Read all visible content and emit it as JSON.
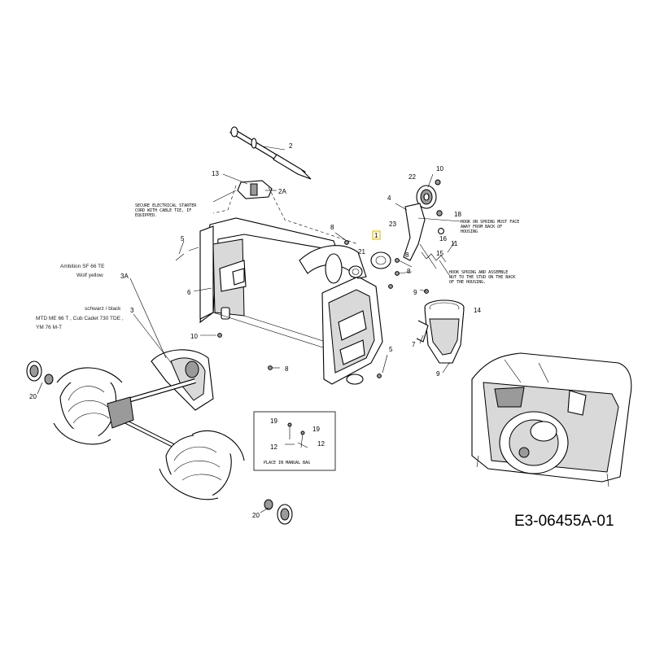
{
  "document_id": "E3-06455A-01",
  "part_labels": {
    "p2": "2",
    "p13": "13",
    "p2a": "2A",
    "p22": "22",
    "p10a": "10",
    "p4": "4",
    "p18": "18",
    "p23": "23",
    "p16": "16",
    "p8a": "8",
    "p1": "1",
    "p21": "21",
    "p8b": "8",
    "p11": "11",
    "p15": "15",
    "p8c": "8",
    "p5a": "5",
    "p6": "6",
    "p9a": "9",
    "p14": "14",
    "p7": "7",
    "p3a": "3A",
    "p3": "3",
    "p10b": "10",
    "p5b": "5",
    "p9b": "9",
    "p8d": "8",
    "p20a": "20",
    "p19a": "19",
    "p19b": "19",
    "p12a": "12",
    "p12b": "12",
    "p20b": "20"
  },
  "notes": {
    "cable_tie": [
      "SECURE ELECTRICAL STARTER",
      "CORD WITH CABLE TIE, IF",
      "EQUIPPED."
    ],
    "hook_face": [
      "HOOK ON SPRING MUST FACE",
      "AWAY FROM BACK OF",
      "HOUSING"
    ],
    "hook_assemble": [
      "HOOK SPRING AND ASSEMBLE",
      "NUT TO THE STUD ON THE BACK",
      "OF THE HOUSING."
    ],
    "manual_bag": "PLACE IN MANUAL BAG"
  },
  "variants": {
    "ambition_line1": "Ambition SF 66 TE",
    "ambition_line2": "Wolf yellow",
    "black_line1": "schwarz / black",
    "black_line2": "MTD ME 66 T , Cub Cadet 730 TDE ,",
    "black_line3": "YM 76 M-T"
  },
  "colors": {
    "line": "#000000",
    "highlight": "#e8c200",
    "shade": "#9a9a9a"
  }
}
